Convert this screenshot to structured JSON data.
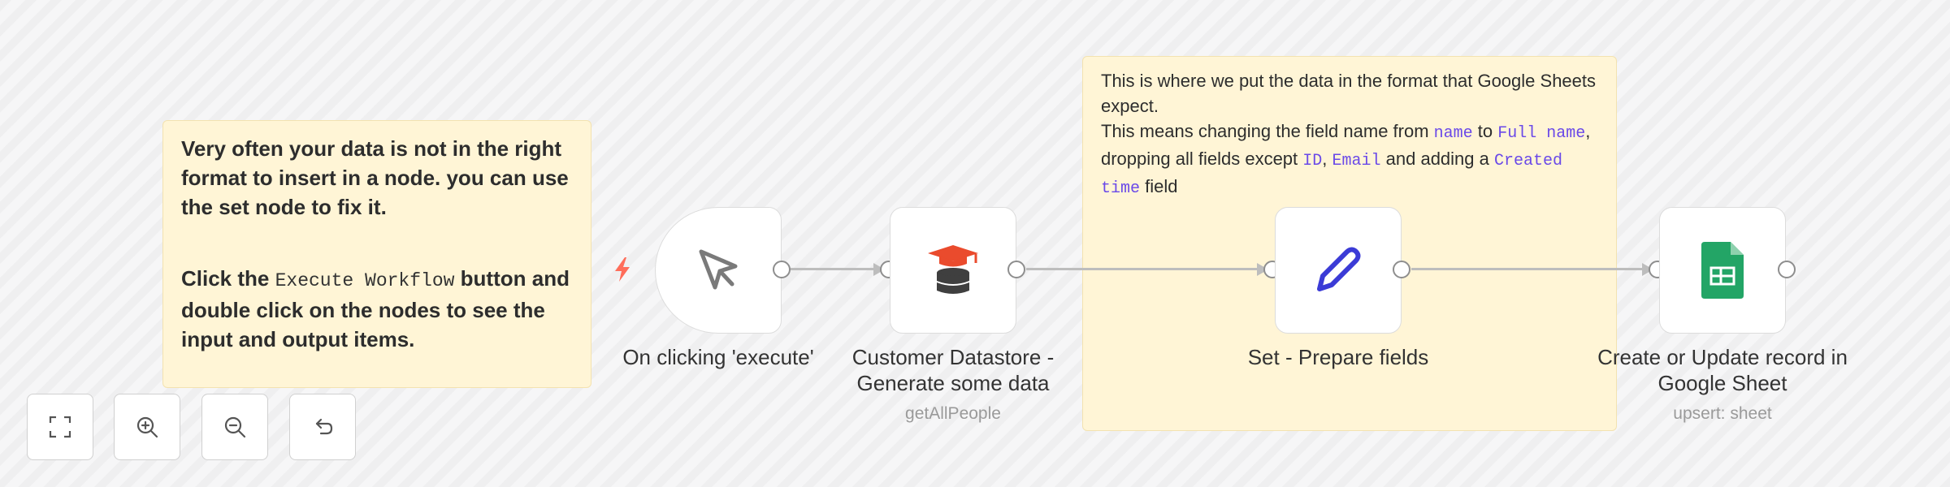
{
  "sticky_notes": {
    "note1": {
      "line1": "Very often your data is not in the right format to insert in a node. you can use the set node to fix it.",
      "line2_pre": "Click the ",
      "line2_code": "Execute Workflow",
      "line2_post": " button and double click on the nodes to see the input and output items."
    },
    "note2": {
      "line1": "This is where we put the data in the format that Google Sheets expect.",
      "p2_a": "This means changing the field name from ",
      "p2_code1": "name",
      "p2_b": " to ",
      "p2_code2": "Full name",
      "p2_c": ", dropping all fields except ",
      "p2_code3": "ID",
      "p2_d": ", ",
      "p2_code4": "Email",
      "p2_e": " and adding a ",
      "p2_code5": "Created time",
      "p2_f": " field"
    }
  },
  "nodes": [
    {
      "label": "On clicking 'execute'",
      "icon": "cursor-icon"
    },
    {
      "label": "Customer Datastore - Generate some data",
      "subtitle": "getAllPeople",
      "icon": "datastore-icon"
    },
    {
      "label": "Set - Prepare fields",
      "icon": "pencil-icon"
    },
    {
      "label": "Create or Update record in Google Sheet",
      "subtitle": "upsert: sheet",
      "icon": "google-sheets-icon"
    }
  ],
  "controls": [
    "fit-view-icon",
    "zoom-in-icon",
    "zoom-out-icon",
    "reset-icon"
  ],
  "colors": {
    "sticky_bg": "#fff5d6",
    "trigger_bolt": "#ff6d5a",
    "datastore_cap": "#ea4b2d",
    "set_pencil": "#3b3bd6",
    "sheets_green": "#23a566",
    "code_purple": "#6a49e8"
  }
}
